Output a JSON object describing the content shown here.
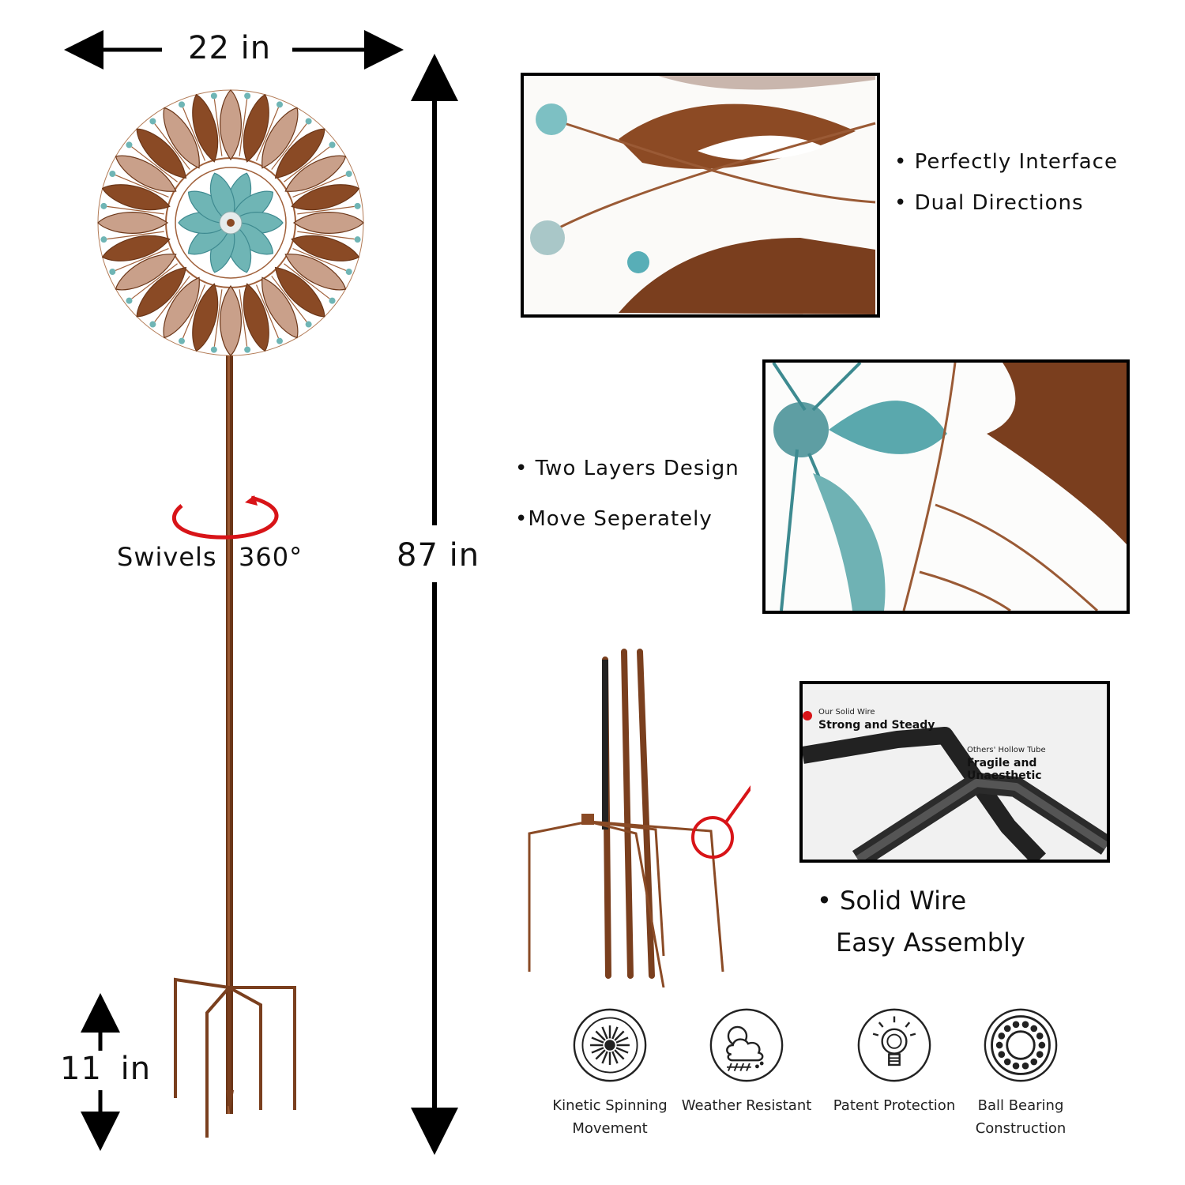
{
  "dimensions": {
    "width": "22 in",
    "height": "87 in",
    "base": "11 in"
  },
  "swivel_label": [
    "Swivels",
    "360°"
  ],
  "detail_1": {
    "bullets": [
      "• Perfectly Interface",
      "• Dual Directions"
    ]
  },
  "detail_2": {
    "bullets": [
      "• Two Layers Design",
      "•Move Seperately"
    ]
  },
  "detail_3": {
    "inset": {
      "ours_small": "Our Solid Wire",
      "ours_bold": "Strong and Steady",
      "others_small": "Others' Hollow Tube",
      "others_bold": "Fragile and Unaesthetic"
    },
    "bullets": [
      "• Solid Wire",
      "Easy Assembly"
    ]
  },
  "features": [
    {
      "icon": "kinetic-spinning-icon",
      "label_1": "Kinetic Spinning",
      "label_2": "Movement"
    },
    {
      "icon": "weather-resistant-icon",
      "label_1": "Weather Resistant",
      "label_2": ""
    },
    {
      "icon": "patent-lightbulb-icon",
      "label_1": "Patent Protection",
      "label_2": ""
    },
    {
      "icon": "ball-bearing-icon",
      "label_1": "Ball Bearing",
      "label_2": "Construction"
    }
  ],
  "colors": {
    "copper": "#8a4a25",
    "copper_light": "#c9a08a",
    "teal": "#6fb5b5",
    "accent_red": "#d81418"
  }
}
